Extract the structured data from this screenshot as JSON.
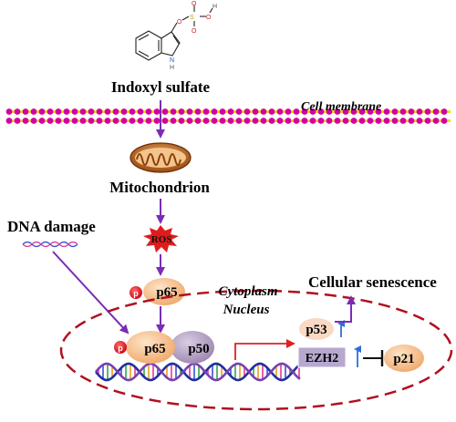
{
  "compound": {
    "name": "Indoxyl sulfate",
    "atoms": {
      "o1": "O",
      "s": "S",
      "o2": "O",
      "o3": "O",
      "h_oh": "H",
      "o4": "O",
      "n": "N",
      "h_n": "H"
    }
  },
  "membrane": {
    "label": "Cell membrane"
  },
  "organelle": {
    "label": "Mitochondrion"
  },
  "ros": {
    "label": "ROS"
  },
  "dna_damage": {
    "label": "DNA damage"
  },
  "compartments": {
    "cytoplasm": "Cytoplasm",
    "nucleus": "Nucleus"
  },
  "nfkb": {
    "phospho": "p",
    "p65": "p65",
    "p50": "p50"
  },
  "targets": {
    "p53": "p53",
    "ezh2": "EZH2",
    "p21": "p21"
  },
  "outcome": {
    "label": "Cellular senescence"
  },
  "colors": {
    "arrow_purple": "#7b2cb5",
    "arrow_red": "#e02020",
    "nucleus_border": "#b01020",
    "membrane_pink": "#d400a0",
    "membrane_yellow": "#e8e020",
    "p65_fill": "#f7c79a",
    "p50_fill": "#b9a6c7",
    "phospho_red": "#e8001c",
    "ezh2_fill": "#b7a8cf",
    "up_arrow_blue": "#2c6fd8",
    "ros_red": "#e01b1b"
  }
}
